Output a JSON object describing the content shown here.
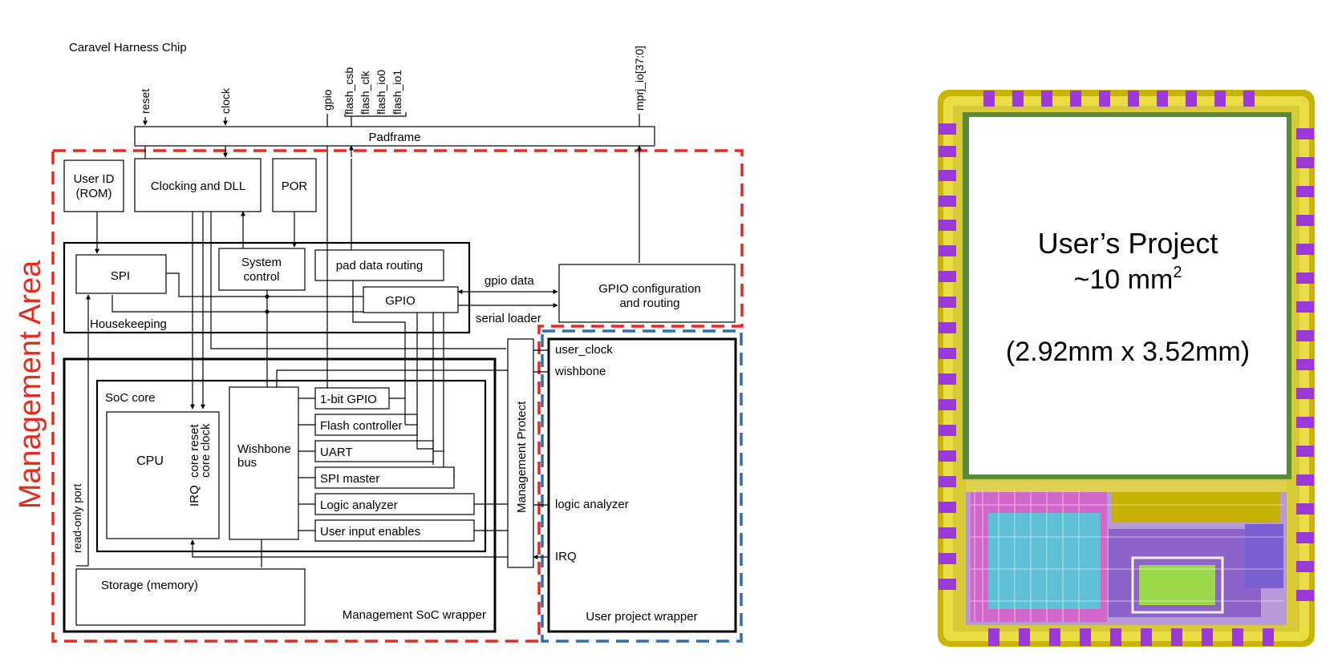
{
  "block_diagram": {
    "title": "Caravel Harness Chip",
    "area_label": "Management Area",
    "colors": {
      "management_area": "#e8291c",
      "user_area": "#2f6db5"
    },
    "pins": [
      {
        "id": "reset",
        "label": "reset"
      },
      {
        "id": "clock",
        "label": "clock"
      },
      {
        "id": "gpio",
        "label": "gpio"
      },
      {
        "id": "flash_csb",
        "label": "flash_csb"
      },
      {
        "id": "flash_clk",
        "label": "flash_clk"
      },
      {
        "id": "flash_io0",
        "label": "flash_io0"
      },
      {
        "id": "flash_io1",
        "label": "flash_io1"
      },
      {
        "id": "mprj_io",
        "label": "mprj_io[37:0]"
      }
    ],
    "padframe": "Padframe",
    "blocks": {
      "user_id": [
        "User ID",
        "(ROM)"
      ],
      "clocking": "Clocking and DLL",
      "por": "POR",
      "spi": "SPI",
      "system_control": [
        "System",
        "control"
      ],
      "pad_data_routing": "pad data routing",
      "gpio": "GPIO",
      "housekeeping": "Housekeeping",
      "gpio_config": [
        "GPIO configuration",
        "and routing"
      ],
      "gpio_data": "gpio data",
      "serial_loader": "serial loader",
      "soc_core": "SoC core",
      "cpu": "CPU",
      "core_reset": "core reset",
      "core_clock": "core clock",
      "irq": "IRQ",
      "wishbone_bus": [
        "Wishbone",
        "bus"
      ],
      "peripherals": [
        "1-bit GPIO",
        "Flash controller",
        "UART",
        "SPI master",
        "Logic analyzer",
        "User input enables"
      ],
      "read_only_port": "read-only port",
      "storage": "Storage (memory)",
      "mgmt_soc_wrapper": "Management SoC wrapper",
      "mgmt_protect": "Management Protect",
      "user_signals": [
        "user_clock",
        "wishbone",
        "logic analyzer",
        "IRQ"
      ],
      "user_project_wrapper": "User project wrapper"
    }
  },
  "layout_image": {
    "project_label": "User’s Project",
    "area_text": "~10 mm",
    "area_sup": "2",
    "dimensions": "(2.92mm x 3.52mm)"
  }
}
